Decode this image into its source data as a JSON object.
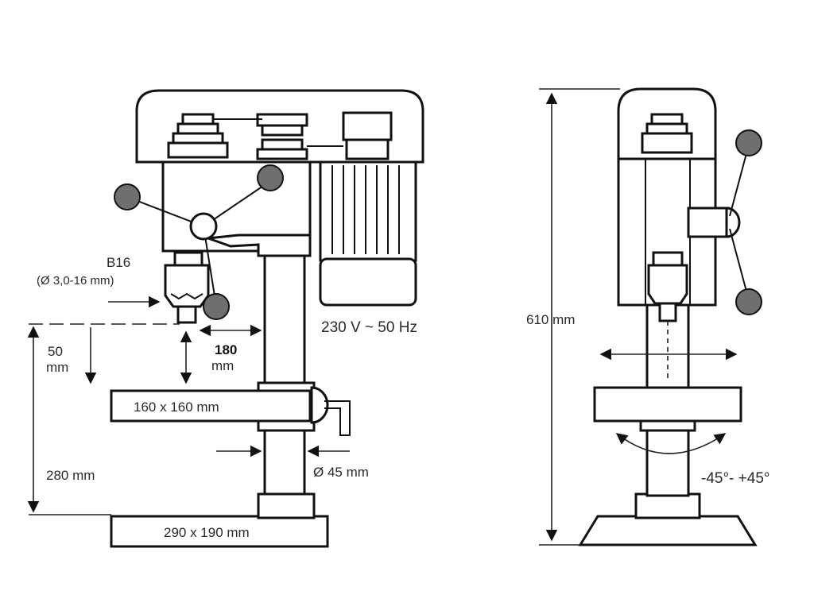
{
  "front_view": {
    "chuck_label": "B16",
    "chuck_range": "(Ø 3,0-16 mm)",
    "voltage": "230 V ~ 50 Hz",
    "throat_depth": "180",
    "throat_unit": "mm",
    "spindle_travel": "50",
    "spindle_travel_unit": "mm",
    "table_size": "160 x 160 mm",
    "column_diameter": "Ø 45 mm",
    "table_height": "280 mm",
    "base_size": "290 x 190 mm"
  },
  "side_view": {
    "total_height": "610 mm",
    "tilt_range": "-45°- +45°"
  }
}
